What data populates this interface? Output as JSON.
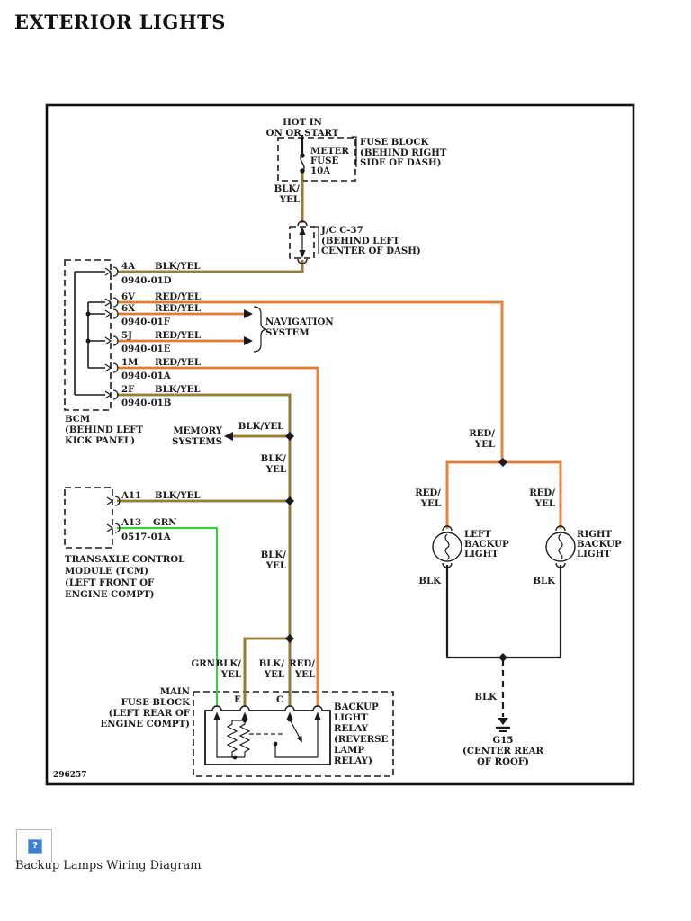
{
  "page": {
    "title": "EXTERIOR LIGHTS",
    "figure_id": "296257",
    "caption": "Backup Lamps Wiring Diagram",
    "placeholder_icon": "?"
  },
  "colors": {
    "wire_black": "#1a1a1a",
    "wire_yellow": "#eebf1c",
    "wire_red": "#c5281c",
    "wire_green": "#3bcf3b",
    "icon_blue": "#3b7fd4"
  },
  "diagram": {
    "hot": {
      "line1": "HOT IN",
      "line2": "ON OR START"
    },
    "fuse": {
      "name1": "METER",
      "name2": "FUSE",
      "rating": "10A"
    },
    "fuse_block": {
      "line1": "FUSE BLOCK",
      "line2": "(BEHIND RIGHT",
      "line3": "SIDE OF DASH)"
    },
    "jc": {
      "line1": "J/C C-37",
      "line2": "(BEHIND LEFT",
      "line3": "CENTER OF DASH)"
    },
    "wires": {
      "blk_yel": "BLK/YEL",
      "red_yel": "RED/YEL",
      "grn": "GRN",
      "blk": "BLK",
      "blk_": "BLK/",
      "red_": "RED/",
      "yel": "YEL"
    },
    "bcm": {
      "pins": [
        {
          "id": "4A",
          "wire": "BLK/YEL",
          "conn": "0940-01D"
        },
        {
          "id": "6V",
          "wire": "RED/YEL"
        },
        {
          "id": "6X",
          "wire": "RED/YEL",
          "conn": "0940-01F"
        },
        {
          "id": "5J",
          "wire": "RED/YEL",
          "conn": "0940-01E"
        },
        {
          "id": "1M",
          "wire": "RED/YEL",
          "conn": "0940-01A"
        },
        {
          "id": "2F",
          "wire": "BLK/YEL",
          "conn": "0940-01B"
        }
      ],
      "label": [
        "BCM",
        "(BEHIND LEFT",
        "KICK PANEL)"
      ]
    },
    "navigation": {
      "line1": "NAVIGATION",
      "line2": "SYSTEM"
    },
    "memory": {
      "line1": "MEMORY",
      "line2": "SYSTEMS"
    },
    "tcm": {
      "pin_a11": {
        "id": "A11",
        "wire": "BLK/YEL"
      },
      "pin_a13": {
        "id": "A13",
        "wire": "GRN",
        "conn": "0517-01A"
      },
      "label": [
        "TRANSAXLE CONTROL",
        "MODULE (TCM)",
        "(LEFT FRONT OF",
        "ENGINE COMPT)"
      ]
    },
    "left_light": {
      "line1": "LEFT",
      "line2": "BACKUP",
      "line3": "LIGHT"
    },
    "right_light": {
      "line1": "RIGHT",
      "line2": "BACKUP",
      "line3": "LIGHT"
    },
    "ground": {
      "id": "G15",
      "line2": "(CENTER REAR",
      "line3": "OF ROOF)"
    },
    "main_fuse_block": {
      "label": [
        "MAIN",
        "FUSE BLOCK",
        "(LEFT REAR OF",
        "ENGINE COMPT)"
      ],
      "terminal_e": "E",
      "terminal_c": "C"
    },
    "relay": {
      "label": [
        "BACKUP",
        "LIGHT",
        "RELAY",
        "(REVERSE",
        "LAMP",
        "RELAY)"
      ]
    }
  }
}
